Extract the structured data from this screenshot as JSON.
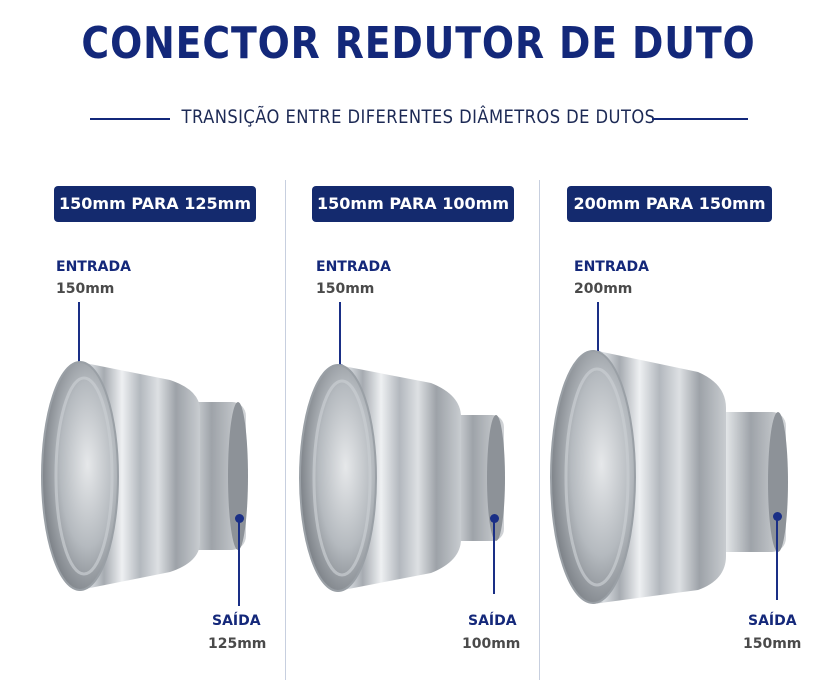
{
  "header": {
    "title": "CONECTOR REDUTOR DE DUTO",
    "subtitle": "TRANSIÇÃO ENTRE DIFERENTES DIÂMETROS DE DUTOS"
  },
  "colors": {
    "brand_navy": "#13287a",
    "badge_bg": "#142a6e",
    "divider": "#c7cfdf",
    "metal": "#b9bec4"
  },
  "products": [
    {
      "badge": "150mm PARA 125mm",
      "inlet_label": "ENTRADA",
      "inlet_size": "150mm",
      "outlet_label": "SAÍDA",
      "outlet_size": "125mm"
    },
    {
      "badge": "150mm PARA 100mm",
      "inlet_label": "ENTRADA",
      "inlet_size": "150mm",
      "outlet_label": "SAÍDA",
      "outlet_size": "100mm"
    },
    {
      "badge": "200mm PARA 150mm",
      "inlet_label": "ENTRADA",
      "inlet_size": "200mm",
      "outlet_label": "SAÍDA",
      "outlet_size": "150mm"
    }
  ]
}
